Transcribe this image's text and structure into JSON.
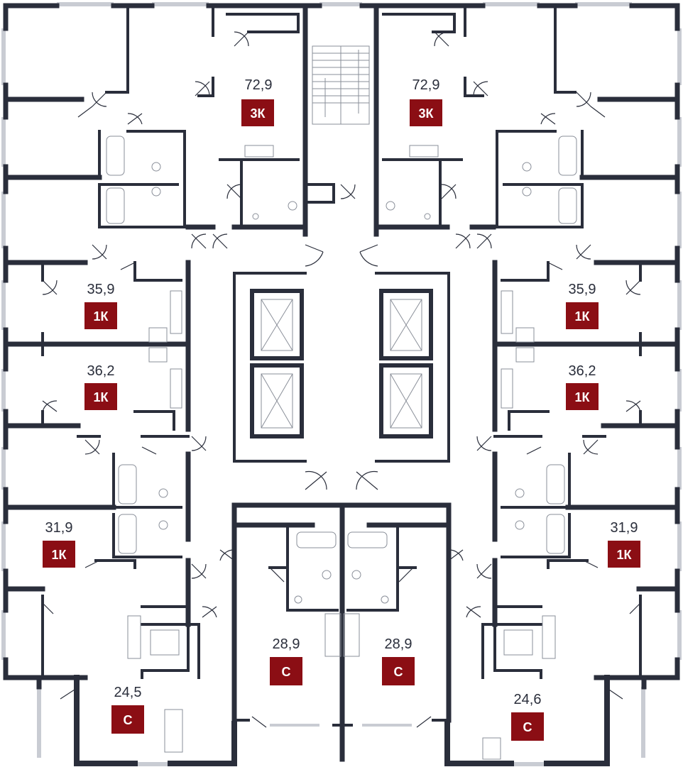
{
  "colors": {
    "wall": "#2a2e3b",
    "fixture": "#8a8f99",
    "window": "#c9ccd3",
    "badge": "#8b0e14",
    "badge_text": "#ffffff"
  },
  "apartments": [
    {
      "id": "apt-top-left-3k",
      "area": "72,9",
      "type": "3К"
    },
    {
      "id": "apt-top-right-3k",
      "area": "72,9",
      "type": "3К"
    },
    {
      "id": "apt-left-1k-a",
      "area": "35,9",
      "type": "1К"
    },
    {
      "id": "apt-right-1k-a",
      "area": "35,9",
      "type": "1К"
    },
    {
      "id": "apt-left-1k-b",
      "area": "36,2",
      "type": "1К"
    },
    {
      "id": "apt-right-1k-b",
      "area": "36,2",
      "type": "1К"
    },
    {
      "id": "apt-left-1k-c",
      "area": "31,9",
      "type": "1К"
    },
    {
      "id": "apt-right-1k-c",
      "area": "31,9",
      "type": "1К"
    },
    {
      "id": "apt-center-left-studio",
      "area": "28,9",
      "type": "С"
    },
    {
      "id": "apt-center-right-studio",
      "area": "28,9",
      "type": "С"
    },
    {
      "id": "apt-bottom-left-studio",
      "area": "24,5",
      "type": "С"
    },
    {
      "id": "apt-bottom-right-studio",
      "area": "24,6",
      "type": "С"
    }
  ]
}
